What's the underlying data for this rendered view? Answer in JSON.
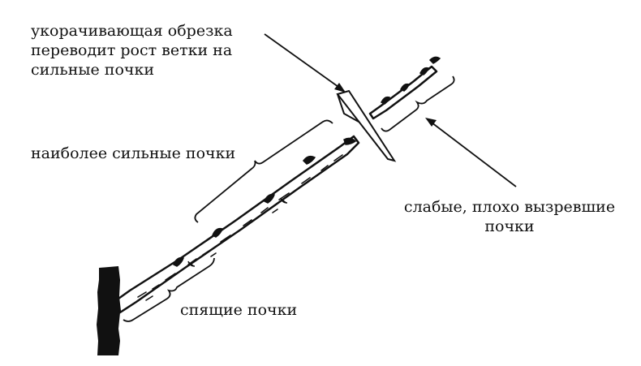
{
  "labels": {
    "pruning_line1": "укорачивающая обрезка",
    "pruning_line2": "переводит рост ветки на",
    "pruning_line3": "сильные почки",
    "strong_buds": "наиболее сильные почки",
    "weak_line1": "слабые, плохо вызревшие",
    "weak_line2": "почки",
    "dormant_buds": "спящие почки"
  },
  "colors": {
    "ink": "#111111",
    "background": "#ffffff"
  },
  "icons": [
    "trunk",
    "branch",
    "pruning-knife",
    "arrow",
    "bracket"
  ]
}
